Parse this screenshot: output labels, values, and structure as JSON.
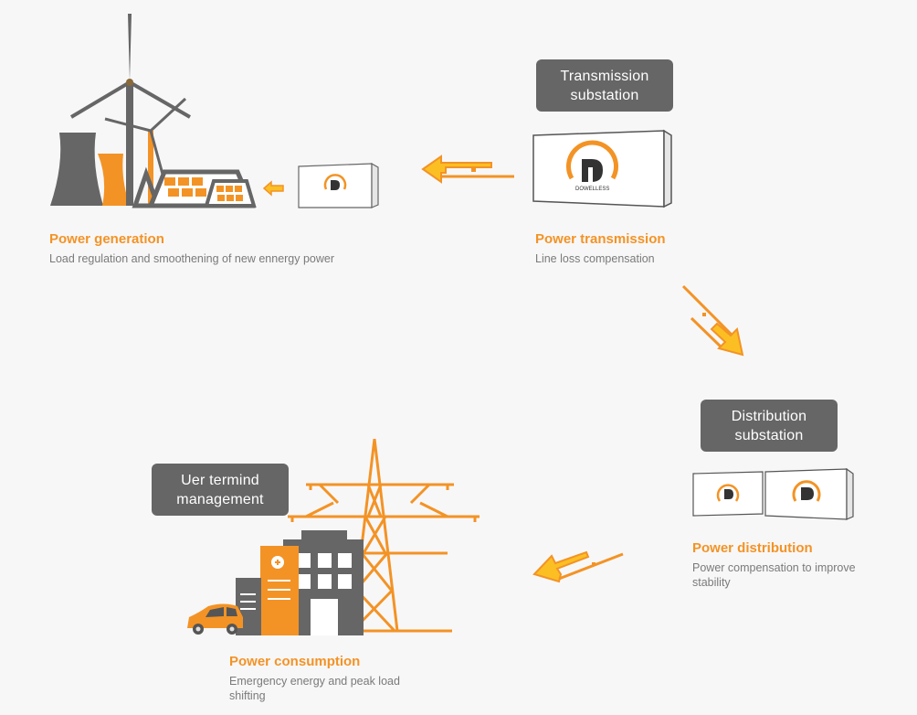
{
  "colors": {
    "accent": "#f39325",
    "accent_light": "#fbbf24",
    "gray": "#666666",
    "text_gray": "#7a7a7a",
    "background": "#f8f7f8"
  },
  "stages": {
    "generation": {
      "title": "Power generation",
      "description": "Load regulation and smoothening of new ennergy power"
    },
    "transmission": {
      "label_line1": "Transmission",
      "label_line2": "substation",
      "title": "Power transmission",
      "description": "Line loss compensation"
    },
    "distribution": {
      "label_line1": "Distribution",
      "label_line2": "substation",
      "title": "Power distribution",
      "description_line1": "Power compensation to improve",
      "description_line2": "stability"
    },
    "consumption": {
      "label_line1": "Uer termind",
      "label_line2": "management",
      "title": "Power consumption",
      "description_line1": "Emergency energy and peak load",
      "description_line2": "shifting"
    }
  },
  "logo": {
    "brand": "DOWELLESS",
    "letter": "D"
  },
  "icons": [
    "power-plant-icon",
    "wind-turbine-icon",
    "solar-panel-icon",
    "battery-cabinet-icon",
    "flow-arrow-icon",
    "building-icon",
    "hospital-icon",
    "electric-car-icon",
    "transmission-tower-icon"
  ]
}
